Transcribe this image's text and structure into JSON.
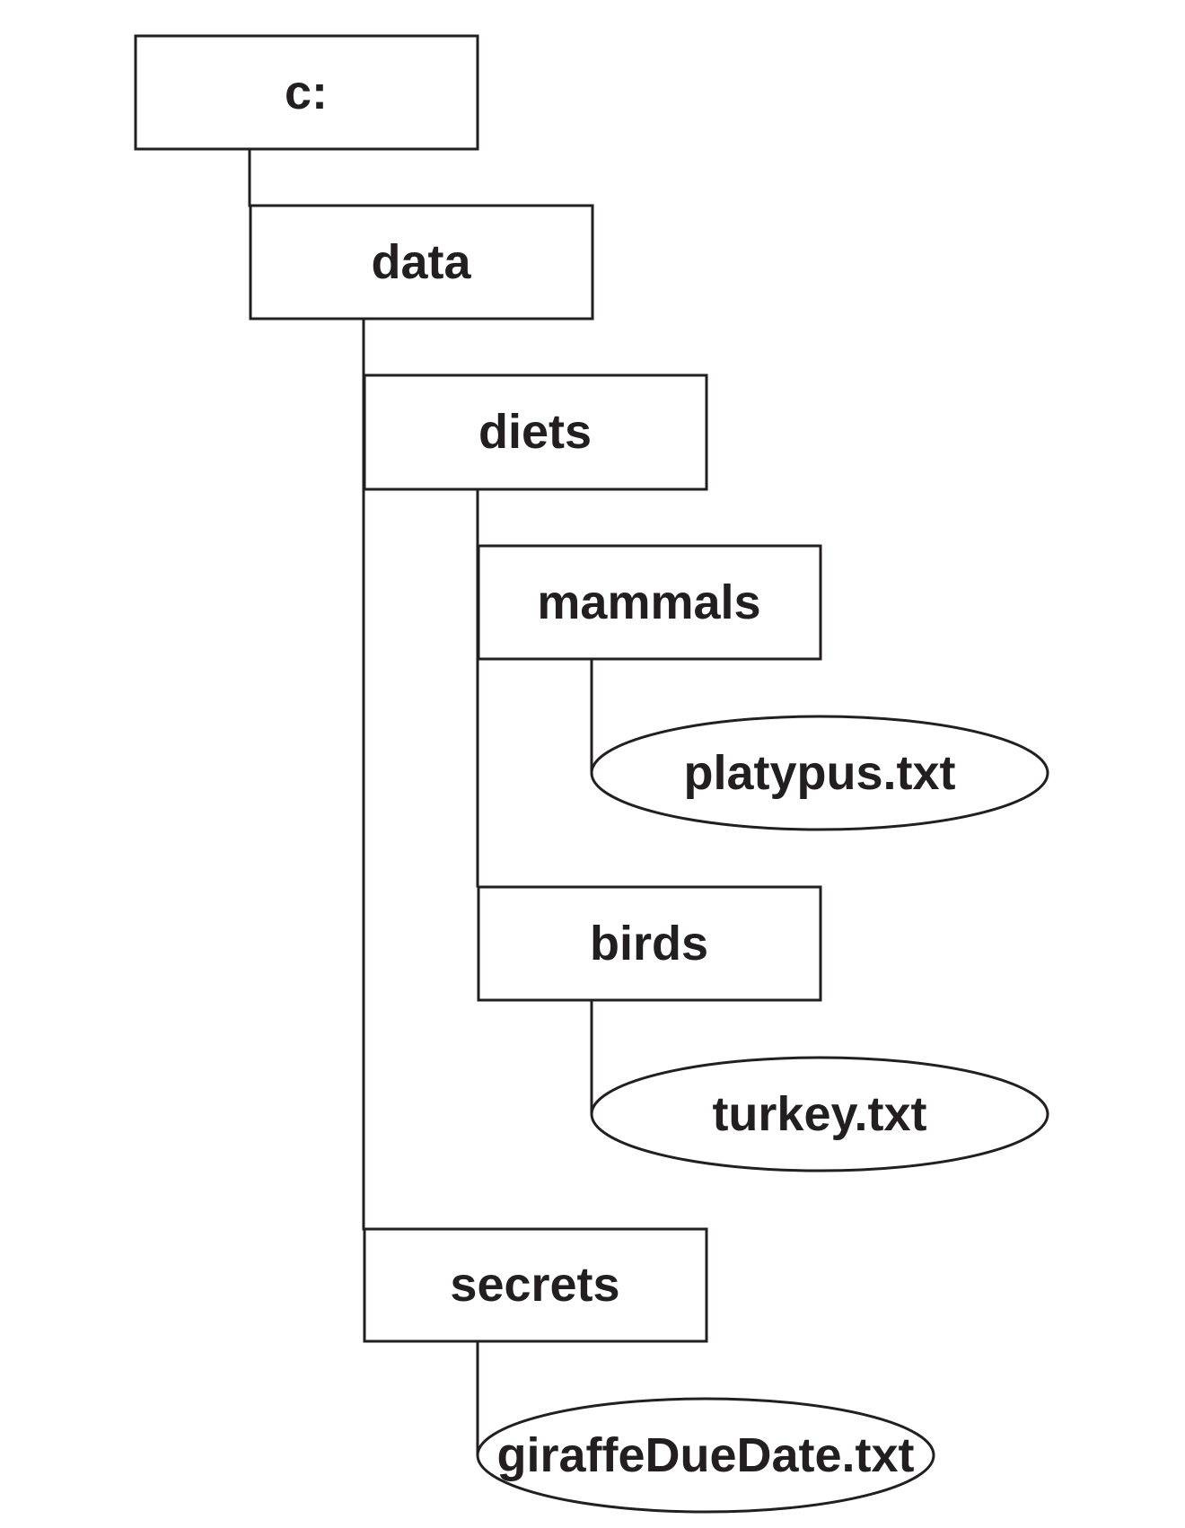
{
  "tree": {
    "root": {
      "label": "c:",
      "kind": "folder",
      "children": [
        {
          "label": "data",
          "kind": "folder",
          "children": [
            {
              "label": "diets",
              "kind": "folder",
              "children": [
                {
                  "label": "mammals",
                  "kind": "folder",
                  "children": [
                    {
                      "label": "platypus.txt",
                      "kind": "file"
                    }
                  ]
                },
                {
                  "label": "birds",
                  "kind": "folder",
                  "children": [
                    {
                      "label": "turkey.txt",
                      "kind": "file"
                    }
                  ]
                }
              ]
            },
            {
              "label": "secrets",
              "kind": "folder",
              "children": [
                {
                  "label": "giraffeDueDate.txt",
                  "kind": "file"
                }
              ]
            }
          ]
        }
      ]
    }
  },
  "colors": {
    "stroke": "#231f20",
    "fill": "#ffffff"
  }
}
